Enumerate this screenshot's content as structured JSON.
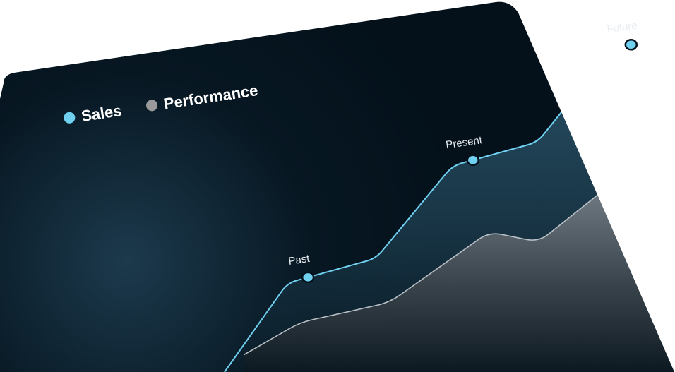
{
  "chart_data": {
    "type": "area",
    "title": "",
    "xlabel": "",
    "ylabel": "",
    "grid": false,
    "legend_placement": "top-left",
    "legend": [
      {
        "label": "Sales",
        "color": "#6fd0f0"
      },
      {
        "label": "Performance",
        "color": "#9a9a9a"
      }
    ],
    "point_labels": [
      "Past",
      "Present",
      "Future"
    ],
    "series": [
      {
        "name": "Sales",
        "style": "step-line",
        "x": [
          0,
          1,
          2,
          3,
          4,
          5,
          6
        ],
        "values": [
          0,
          30,
          30,
          60,
          60,
          90,
          100
        ]
      },
      {
        "name": "Performance",
        "style": "area",
        "x": [
          0,
          1,
          2,
          3,
          4,
          5,
          6
        ],
        "values": [
          5,
          12,
          10,
          28,
          18,
          35,
          30
        ]
      }
    ],
    "colors": {
      "background": "#04111b",
      "background_glow": "#1c3a4d",
      "sales_line": "#6fd0f0",
      "sales_fill": "#2d5a70",
      "performance_line": "#b9c0c6",
      "performance_fill": "#6b747c"
    }
  }
}
